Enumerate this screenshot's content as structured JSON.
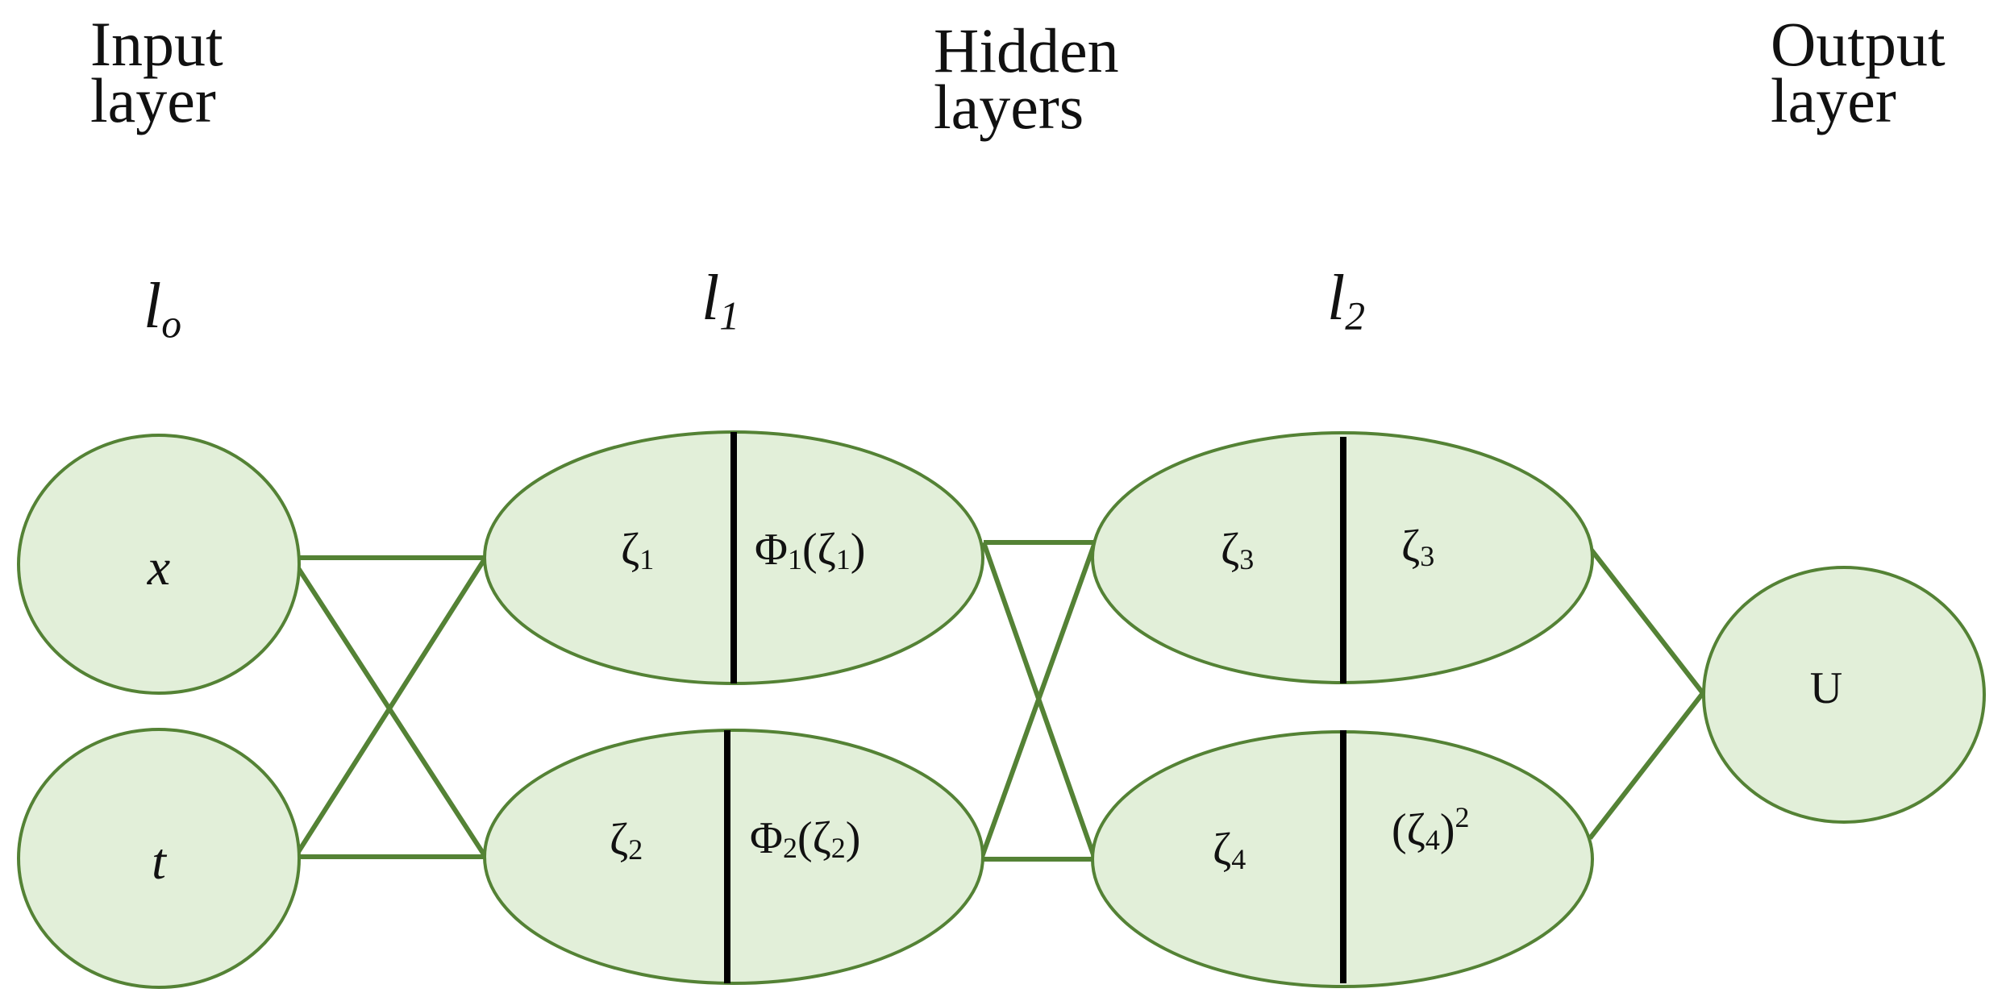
{
  "headers": {
    "input": [
      "Input",
      "layer"
    ],
    "hidden": [
      "Hidden",
      "layers"
    ],
    "output": [
      "Output",
      "layer"
    ]
  },
  "layer_symbols": {
    "l0": {
      "base": "l",
      "sub": "o"
    },
    "l1": {
      "base": "l",
      "sub": "1"
    },
    "l2": {
      "base": "l",
      "sub": "2"
    }
  },
  "nodes": {
    "input_x": "x",
    "input_t": "t",
    "h1_top": {
      "left": {
        "base": "ζ",
        "sub": "1"
      },
      "right": {
        "pre": "Φ",
        "pre_sub": "1",
        "arg": "ζ",
        "arg_sub": "1"
      }
    },
    "h1_bottom": {
      "left": {
        "base": "ζ",
        "sub": "2"
      },
      "right": {
        "pre": "Φ",
        "pre_sub": "2",
        "arg": "ζ",
        "arg_sub": "2"
      }
    },
    "h2_top": {
      "left": {
        "base": "ζ",
        "sub": "3"
      },
      "right": {
        "base": "ζ",
        "sub": "3"
      }
    },
    "h2_bottom": {
      "left": {
        "base": "ζ",
        "sub": "4"
      },
      "right": {
        "base": "ζ",
        "sub": "4",
        "sup": "2"
      }
    },
    "output": "U"
  },
  "colors": {
    "node_fill": "#e2efd9",
    "node_stroke": "#548235",
    "edge": "#548235",
    "divider": "#000000"
  }
}
